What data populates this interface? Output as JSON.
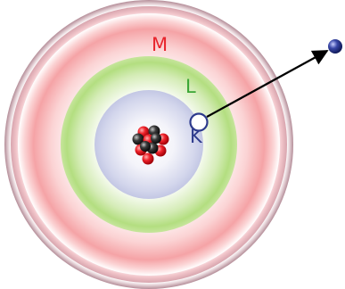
{
  "shells": [
    {
      "label": "M",
      "color": "#e8242c"
    },
    {
      "label": "L",
      "color": "#3aa635"
    },
    {
      "label": "K",
      "color": "#2d3a8c"
    }
  ],
  "colors": {
    "outer_ring": "#c9a3ad",
    "m_shell": "#f5a3a6",
    "l_shell": "#b3de80",
    "k_shell": "#c8cbe8",
    "proton": "#e0141e",
    "neutron": "#303030",
    "vacancy": "#2d3a8c",
    "ejected_electron": "#2a3690",
    "arrow": "#000000"
  },
  "icons": {
    "vacancy": "hollow-circle",
    "ejected_electron": "filled-sphere",
    "nucleus": "cluster-of-spheres"
  }
}
